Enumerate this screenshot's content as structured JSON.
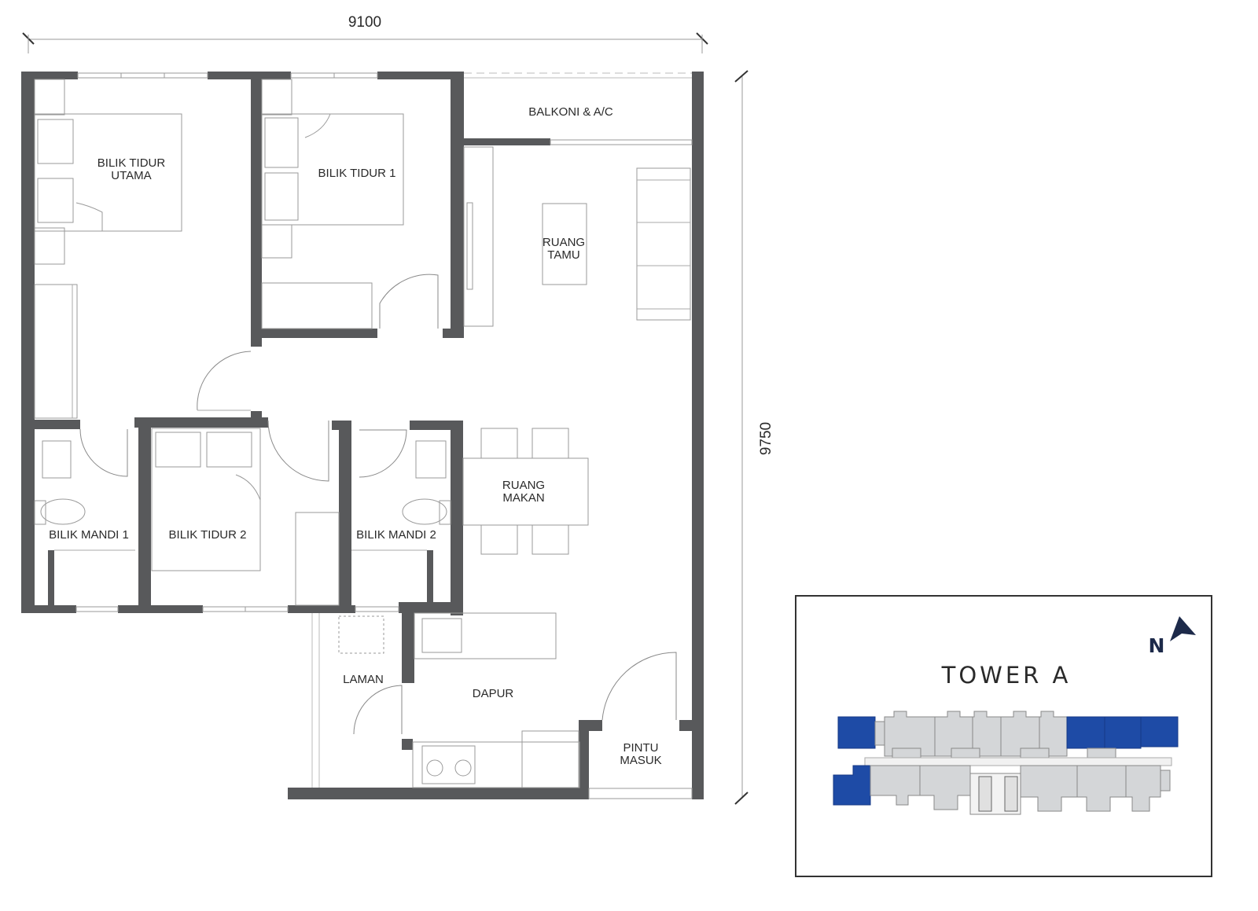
{
  "dimensions": {
    "width": "9100",
    "height": "9750"
  },
  "rooms": {
    "master_bedroom": [
      "BILIK TIDUR",
      "UTAMA"
    ],
    "bedroom_1": "BILIK TIDUR 1",
    "balcony": "BALKONI & A/C",
    "living": [
      "RUANG",
      "TAMU"
    ],
    "bathroom_1": "BILIK MANDI 1",
    "bedroom_2": "BILIK TIDUR 2",
    "bathroom_2": "BILIK MANDI 2",
    "dining": [
      "RUANG",
      "MAKAN"
    ],
    "yard": "LAMAN",
    "kitchen": "DAPUR",
    "entrance": [
      "PINTU",
      "MASUK"
    ]
  },
  "keyplan": {
    "title": "TOWER A",
    "north": "N"
  },
  "colors": {
    "wall": "#58595b",
    "highlight_unit": "#1e4ba6",
    "other_unit": "#d4d6d8"
  }
}
